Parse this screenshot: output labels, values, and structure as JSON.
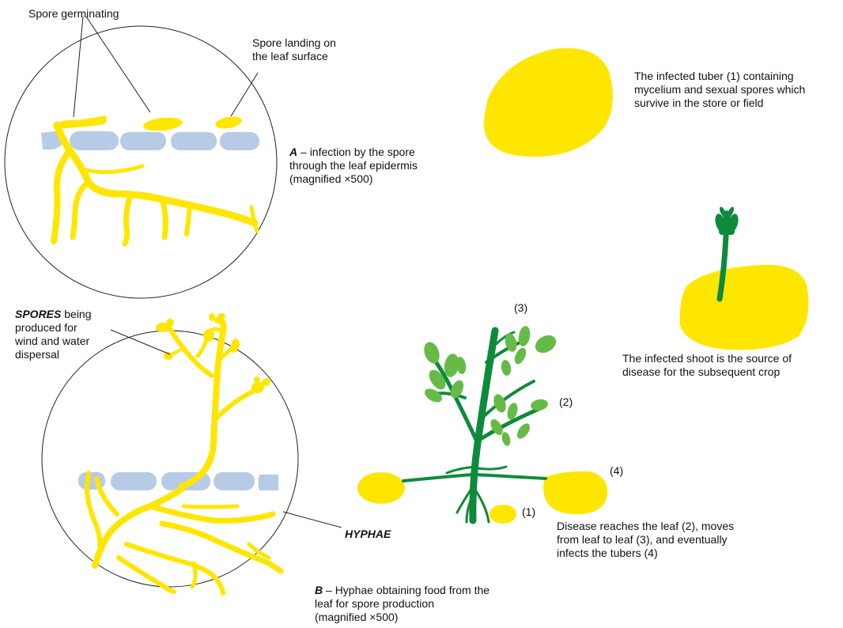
{
  "colors": {
    "fungus": "#ffe600",
    "epidermis": "#b7cbe6",
    "stem": "#0e8a3c",
    "leaf": "#66bb46",
    "outline": "#222222"
  },
  "labels": {
    "spore_germinating": "Spore germinating",
    "spore_landing_1": "Spore landing on",
    "spore_landing_2": "the leaf surface",
    "a_letter": "A",
    "a_line1": " – infection by the spore",
    "a_line2": "through the leaf epidermis",
    "a_line3": "(magnified ×500)",
    "tuber_line1": "The infected tuber (1) containing",
    "tuber_line2": "mycelium and sexual spores which",
    "tuber_line3": "survive in the store or field",
    "shoot_line1": "The infected shoot is the source of",
    "shoot_line2": "disease for the subsequent crop",
    "spores_bold": "SPORES",
    "spores_line1": " being",
    "spores_line2": "produced for",
    "spores_line3": "wind and water",
    "spores_line4": "dispersal",
    "hyphae": "HYPHAE",
    "b_letter": "B",
    "b_line1": " – Hyphae obtaining food from the",
    "b_line2": "leaf for spore production",
    "b_line3": "(magnified ×500)",
    "n3": "(3)",
    "n2": "(2)",
    "n4": "(4)",
    "n1": "(1)",
    "disease_line1": "Disease reaches the leaf (2), moves",
    "disease_line2": "from leaf to leaf (3), and eventually",
    "disease_line3": "infects the tubers (4)"
  }
}
